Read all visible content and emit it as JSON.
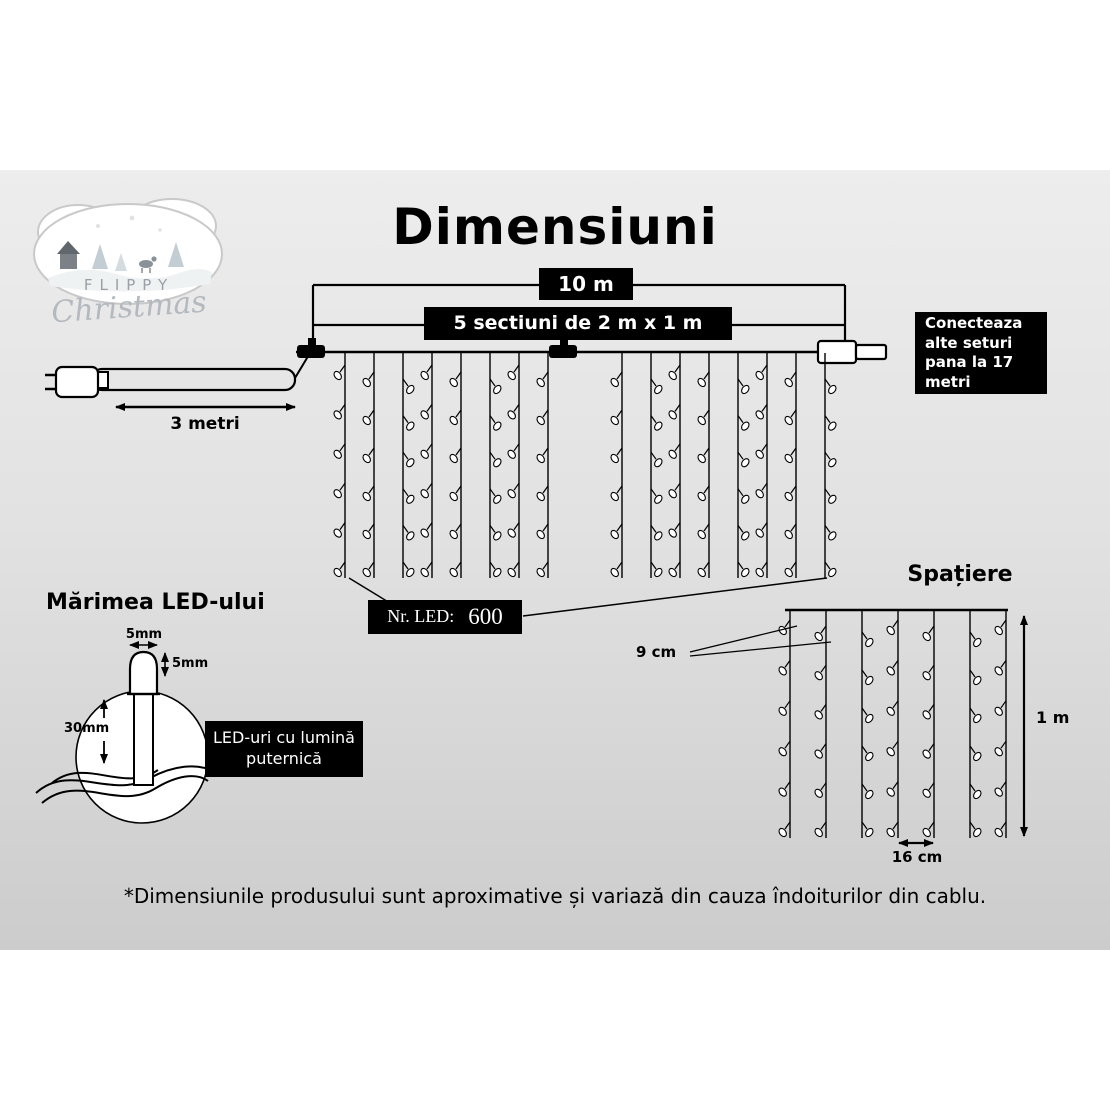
{
  "title": "Dimensiuni",
  "logo": {
    "line1": "FLIPPY",
    "line2": "Christmas"
  },
  "main_diagram": {
    "total_length_label": "10 m",
    "sections_label": "5 sectiuni de 2 m x 1 m",
    "cable_length_label": "3 metri",
    "connect_note": "Conecteaza alte seturi pana la 17 metri",
    "led_count_label": "Nr. LED:",
    "led_count_value": "600"
  },
  "led_size": {
    "heading": "Mărimea LED-ului",
    "width_label": "5mm",
    "height_label": "5mm",
    "length_label": "30mm",
    "note": "LED-uri cu lumină puternică"
  },
  "spacing": {
    "heading": "Spațiere",
    "horizontal_gap_label": "9 cm",
    "height_label": "1 m",
    "bottom_gap_label": "16 cm"
  },
  "footer_note": "*Dimensiunile produsului sunt aproximative și variază din cauza îndoiturilor din cablu."
}
